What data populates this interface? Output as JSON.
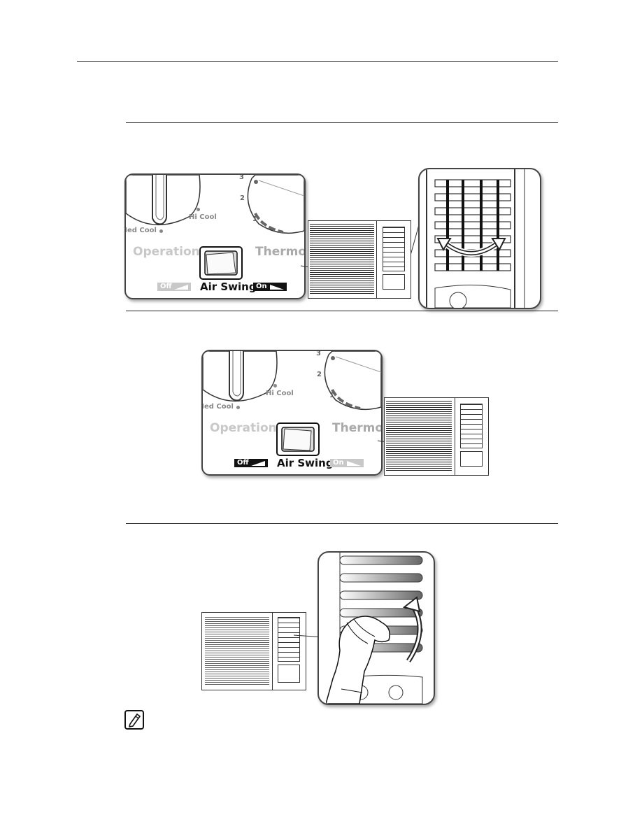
{
  "section1": {
    "label_operation": "Operation",
    "label_thermostat": "Thermos",
    "label_air_swing": "Air Swing",
    "label_off": "Off",
    "label_on": "On",
    "label_hi_cool": "Hi Cool",
    "label_med_cool": "Med Cool",
    "label_dial_1": "1",
    "label_dial_2": "2",
    "label_dial_3": "3"
  },
  "section2": {
    "label_operation": "Operation",
    "label_thermostat": "Thermos",
    "label_air_swing": "Air Swing",
    "label_off": "Off",
    "label_on": "On",
    "label_hi_cool": "Hi Cool",
    "label_med_cool": "Med Cool",
    "label_dial_1": "1",
    "label_dial_2": "2",
    "label_dial_3": "3"
  },
  "switch_states": {
    "section1": "on",
    "section2": "off"
  },
  "icons": [
    "rocker-switch-icon",
    "swing-arrow-icon",
    "hand-icon",
    "note-pencil-icon"
  ]
}
